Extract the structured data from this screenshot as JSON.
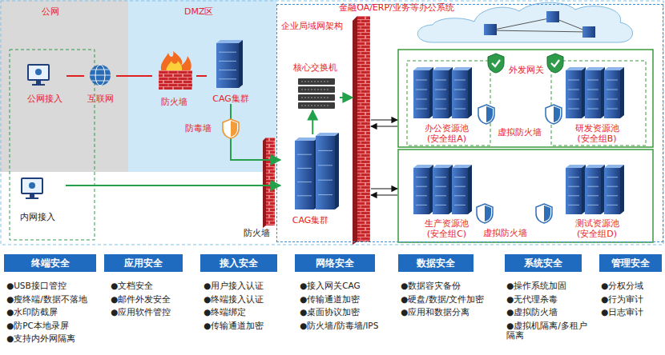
{
  "diagram": {
    "nodes": [
      {
        "text": [
          "公网"
        ]
      },
      {
        "text": [
          "公网接入"
        ],
        "in": 0
      },
      {
        "text": [
          "互联网"
        ],
        "in": 0
      },
      {
        "text": [
          "DMZ区"
        ]
      },
      {
        "text": [
          "防火墙"
        ],
        "in": 3
      },
      {
        "text": [
          "CAG集群"
        ],
        "in": 3
      },
      {
        "text": [
          "防毒墙"
        ],
        "in": 3
      },
      {
        "text": [
          "企业局域网架构"
        ]
      },
      {
        "text": [
          "金融OA/ERP/业务等办公系统"
        ],
        "in": 7
      },
      {
        "text": [
          "核心交换机"
        ],
        "in": 7
      },
      {
        "text": [
          "外发网关"
        ],
        "in": 7
      },
      {
        "text": [
          "办公资源池 (安全组A)"
        ],
        "in": 7
      },
      {
        "text": [
          "虚拟防火墙"
        ],
        "in": 7
      },
      {
        "text": [
          "研发资源池 (安全组B)"
        ],
        "in": 7
      },
      {
        "text": [
          "CAG集群"
        ],
        "in": 7
      },
      {
        "text": [
          "生产资源池 (安全组C)"
        ],
        "in": 7
      },
      {
        "text": [
          "虚拟防火墙"
        ],
        "in": 7
      },
      {
        "text": [
          "测试资源池 (安全组D)"
        ],
        "in": 7
      },
      {
        "text": [
          "内网接入"
        ]
      },
      {
        "text": [
          "防火墙"
        ]
      },
      {
        "text": [
          "终端安全"
        ]
      },
      {
        "text": [
          "应用安全"
        ]
      },
      {
        "text": [
          "接入安全"
        ]
      },
      {
        "text": [
          "网络安全"
        ]
      },
      {
        "text": [
          "数据安全"
        ]
      },
      {
        "text": [
          "系统安全"
        ]
      },
      {
        "text": [
          "管理安全"
        ]
      }
    ],
    "edges": [
      {
        "from": 1,
        "to": 2,
        "arrow": "none"
      },
      {
        "from": 2,
        "to": 4,
        "arrow": "none"
      },
      {
        "from": 4,
        "to": 5,
        "arrow": "none"
      },
      {
        "from": 5,
        "to": 14,
        "arrow": "to"
      },
      {
        "from": 18,
        "to": 14,
        "arrow": "to"
      },
      {
        "from": 14,
        "to": 9,
        "arrow": "to"
      }
    ],
    "labels": [
      "●USB接口管控",
      "●瘦终端/数据不落地",
      "●水印防截屏",
      "●防PC本地录屏",
      "●支持内外网隔离",
      "●文档安全",
      "●邮件外发安全",
      "●应用软件管控",
      "●用户接入认证",
      "●终端接入认证",
      "●终端绑定",
      "●传输通道加密",
      "●接入网关CAG",
      "●传输通道加密",
      "●桌面协议加密",
      "●防火墙/防毒墙/IPS",
      "●数据容灾备份",
      "●硬盘/数据/文件加密",
      "●应用和数据分离",
      "●操作系统加固",
      "●无代理杀毒",
      "●虚拟防火墙",
      "●虚拟机隔离/多租户 隔离",
      "●分权分域",
      "●行为审计",
      "●日志审计"
    ]
  }
}
